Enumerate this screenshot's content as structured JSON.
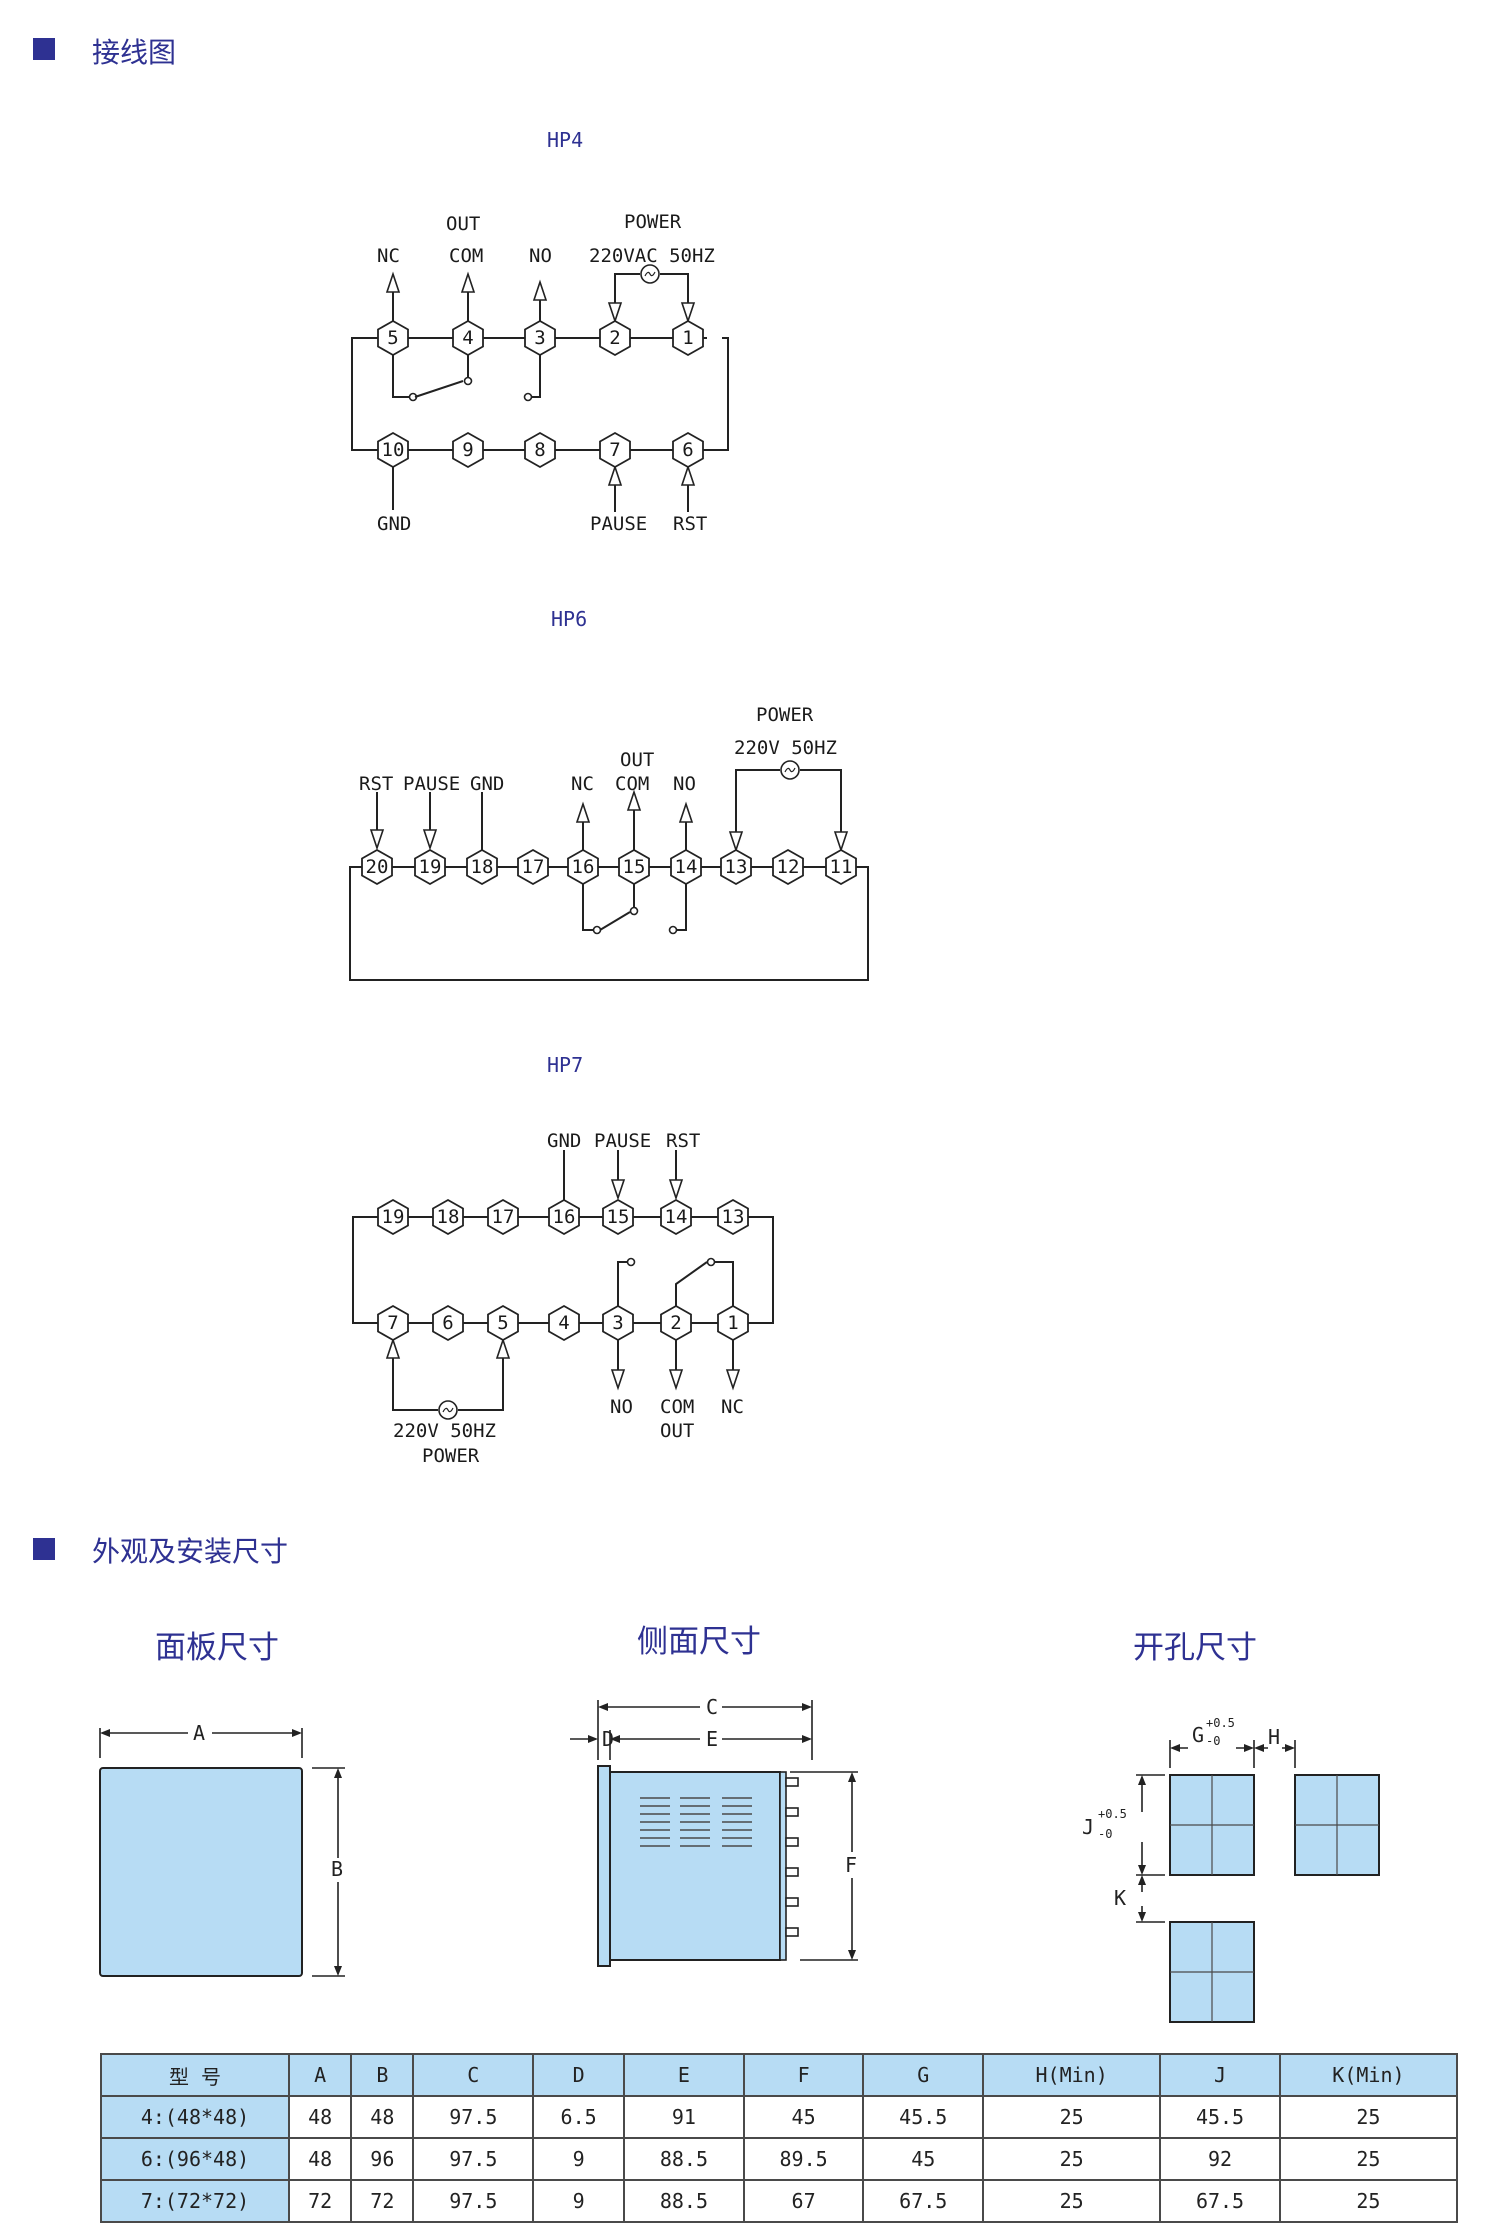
{
  "sections": {
    "wiring": {
      "title": "接线图"
    },
    "dimensions": {
      "title": "外观及安装尺寸"
    }
  },
  "diagrams": {
    "hp4": {
      "label": "HP4",
      "top_terminals": [
        "5",
        "4",
        "3",
        "2",
        "1"
      ],
      "bottom_terminals": [
        "10",
        "9",
        "8",
        "7",
        "6"
      ],
      "labels": {
        "nc": "NC",
        "out": "OUT",
        "com": "COM",
        "no": "NO",
        "power": "POWER",
        "supply": "220VAC 50HZ",
        "gnd": "GND",
        "pause": "PAUSE",
        "rst": "RST"
      }
    },
    "hp6": {
      "label": "HP6",
      "terminals": [
        "20",
        "19",
        "18",
        "17",
        "16",
        "15",
        "14",
        "13",
        "12",
        "11"
      ],
      "labels": {
        "rst": "RST",
        "pause": "PAUSE",
        "gnd": "GND",
        "nc": "NC",
        "out": "OUT",
        "com": "COM",
        "no": "NO",
        "power": "POWER",
        "supply": "220V 50HZ"
      }
    },
    "hp7": {
      "label": "HP7",
      "top_terminals": [
        "19",
        "18",
        "17",
        "16",
        "15",
        "14",
        "13"
      ],
      "bottom_terminals": [
        "7",
        "6",
        "5",
        "4",
        "3",
        "2",
        "1"
      ],
      "labels": {
        "gnd": "GND",
        "pause": "PAUSE",
        "rst": "RST",
        "supply": "220V 50HZ",
        "power": "POWER",
        "no": "NO",
        "com": "COM",
        "out": "OUT",
        "nc": "NC"
      }
    }
  },
  "views": {
    "panel": {
      "title": "面板尺寸",
      "dim_a": "A",
      "dim_b": "B"
    },
    "side": {
      "title": "侧面尺寸",
      "dim_c": "C",
      "dim_d": "D",
      "dim_e": "E",
      "dim_f": "F"
    },
    "cutout": {
      "title": "开孔尺寸",
      "dim_g": "G",
      "dim_h": "H",
      "dim_j": "J",
      "dim_k": "K",
      "tol_plus": "+0.5",
      "tol_minus": "-0"
    }
  },
  "colors": {
    "accent": "#2e3192",
    "panel_fill": "#b7dcf4",
    "line": "#222222"
  },
  "table": {
    "headers": [
      "型  号",
      "A",
      "B",
      "C",
      "D",
      "E",
      "F",
      "G",
      "H(Min)",
      "J",
      "K(Min)"
    ],
    "rows": [
      [
        "4:(48*48)",
        "48",
        "48",
        "97.5",
        "6.5",
        "91",
        "45",
        "45.5",
        "25",
        "45.5",
        "25"
      ],
      [
        "6:(96*48)",
        "48",
        "96",
        "97.5",
        "9",
        "88.5",
        "89.5",
        "45",
        "25",
        "92",
        "25"
      ],
      [
        "7:(72*72)",
        "72",
        "72",
        "97.5",
        "9",
        "88.5",
        "67",
        "67.5",
        "25",
        "67.5",
        "25"
      ]
    ]
  }
}
